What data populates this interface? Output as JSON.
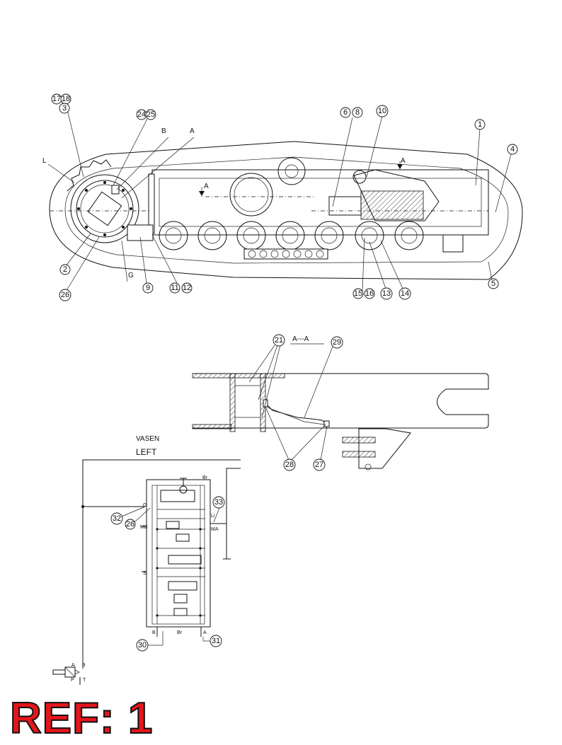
{
  "top_view": {
    "callouts": [
      "17",
      "18",
      "3",
      "24",
      "25",
      "1",
      "4",
      "5",
      "6",
      "8",
      "10",
      "2",
      "26",
      "9",
      "11",
      "12",
      "15",
      "16",
      "13",
      "14"
    ],
    "labels": [
      "L",
      "B",
      "A",
      "G",
      "A",
      "A"
    ]
  },
  "section_view": {
    "title": "A---A",
    "callouts": [
      "21",
      "29",
      "28",
      "27"
    ]
  },
  "hydraulic_schematic": {
    "brand": "VASEN",
    "side": "LEFT",
    "callouts": [
      "32",
      "26",
      "33",
      "30",
      "31"
    ],
    "ports": [
      "G",
      "Br",
      "Li",
      "MB",
      "MA",
      "S",
      "B",
      "Br",
      "A"
    ],
    "valve_ports": [
      "A",
      "B",
      "P",
      "T"
    ]
  },
  "reference": "REF: 1"
}
